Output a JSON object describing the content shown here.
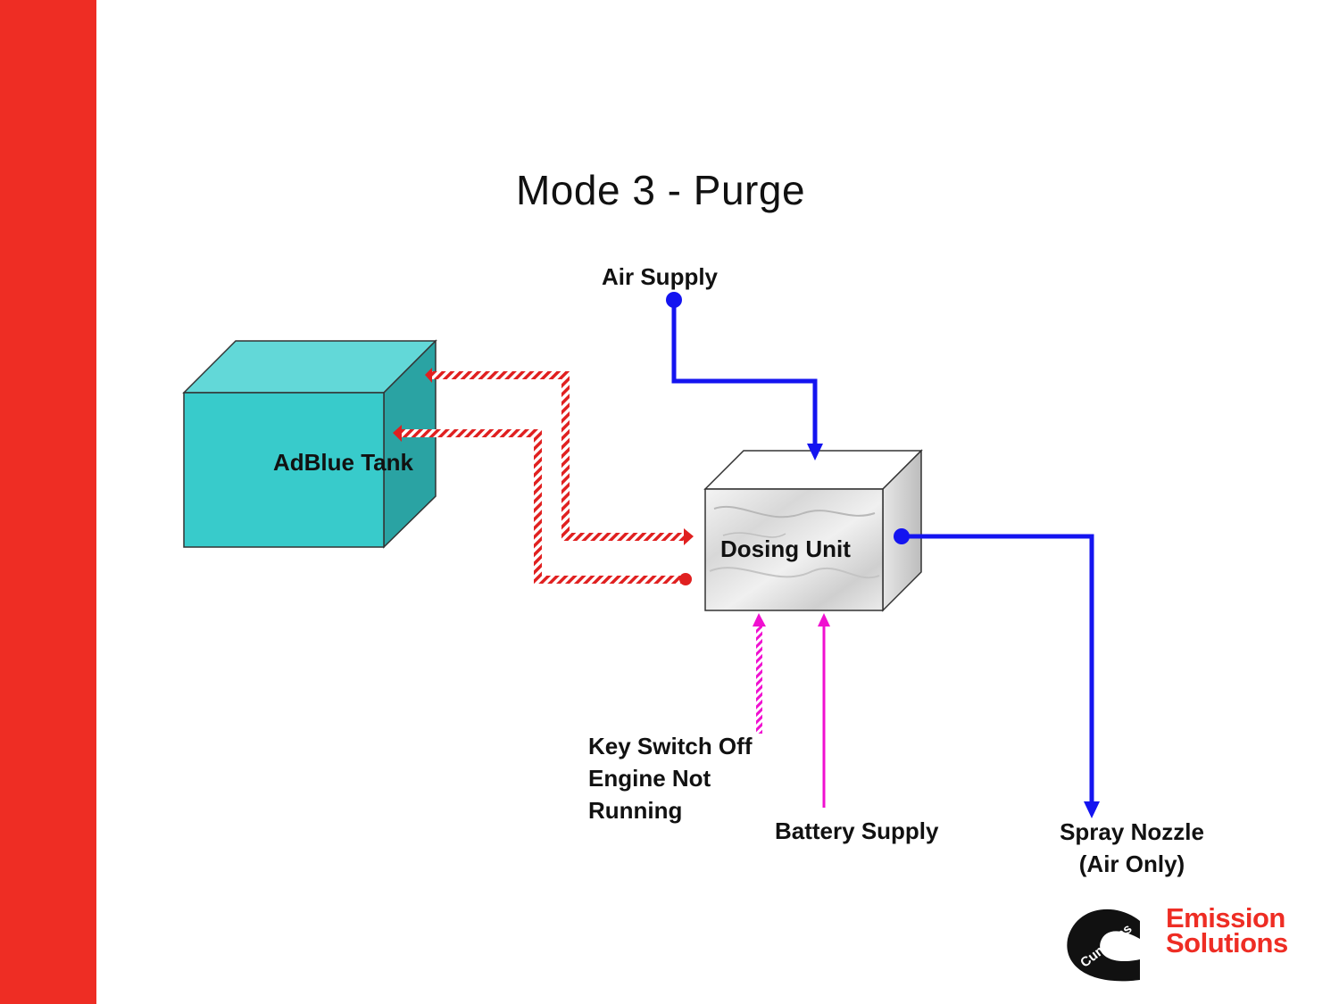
{
  "title": "Mode 3 - Purge",
  "colors": {
    "brand_red": "#EE2D24",
    "tank_front": "#38CBCB",
    "tank_top": "#62D8D8",
    "tank_side": "#2AA3A3",
    "air_line": "#1414F0",
    "signal_line": "#F010D0",
    "fluid_line_red": "#E02020"
  },
  "components": {
    "tank": {
      "label": "AdBlue Tank"
    },
    "dosing_unit": {
      "label": "Dosing Unit"
    }
  },
  "inputs": {
    "air_supply": "Air Supply",
    "key_switch": [
      "Key Switch Off",
      "Engine Not",
      "Running"
    ],
    "battery_supply": "Battery Supply"
  },
  "outputs": {
    "spray_nozzle": [
      "Spray Nozzle",
      "(Air Only)"
    ]
  },
  "brand": {
    "logo_mark_text": "Cummins",
    "name_lines": [
      "Emission",
      "Solutions"
    ]
  }
}
